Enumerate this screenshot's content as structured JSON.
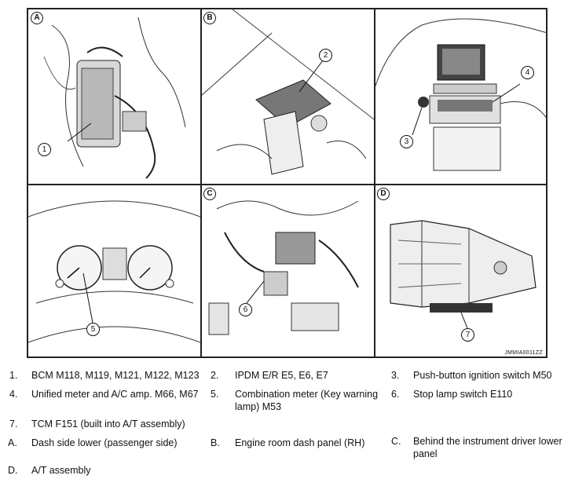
{
  "figure": {
    "code": "JMMIA0011ZZ",
    "panels": {
      "A": {
        "label": "A",
        "callouts": [
          "1"
        ]
      },
      "B": {
        "label": "B",
        "callouts": [
          "2"
        ]
      },
      "C_top": {
        "callouts": [
          "3",
          "4"
        ]
      },
      "D_left": {
        "callouts": [
          "5"
        ]
      },
      "C": {
        "label": "C",
        "callouts": [
          "6"
        ]
      },
      "D": {
        "label": "D",
        "callouts": [
          "7"
        ]
      }
    }
  },
  "legend": {
    "items": [
      {
        "num": "1.",
        "text": "BCM M118, M119, M121, M122, M123"
      },
      {
        "num": "2.",
        "text": "IPDM E/R E5, E6, E7"
      },
      {
        "num": "3.",
        "text": "Push-button ignition switch M50"
      },
      {
        "num": "4.",
        "text": "Unified meter and A/C amp. M66, M67"
      },
      {
        "num": "5.",
        "text": "Combination meter (Key warning",
        "text2": "lamp) M53"
      },
      {
        "num": "6.",
        "text": "Stop lamp switch E110"
      },
      {
        "num": "7.",
        "text": "TCM F151 (built into A/T assembly)"
      }
    ],
    "locations": [
      {
        "letter": "A.",
        "text": "Dash side lower (passenger side)"
      },
      {
        "letter": "B.",
        "text": "Engine room dash panel (RH)"
      },
      {
        "letter": "C.",
        "text": "Behind the instrument driver lower",
        "text2": "panel"
      },
      {
        "letter": "D.",
        "text": "A/T assembly"
      }
    ]
  }
}
